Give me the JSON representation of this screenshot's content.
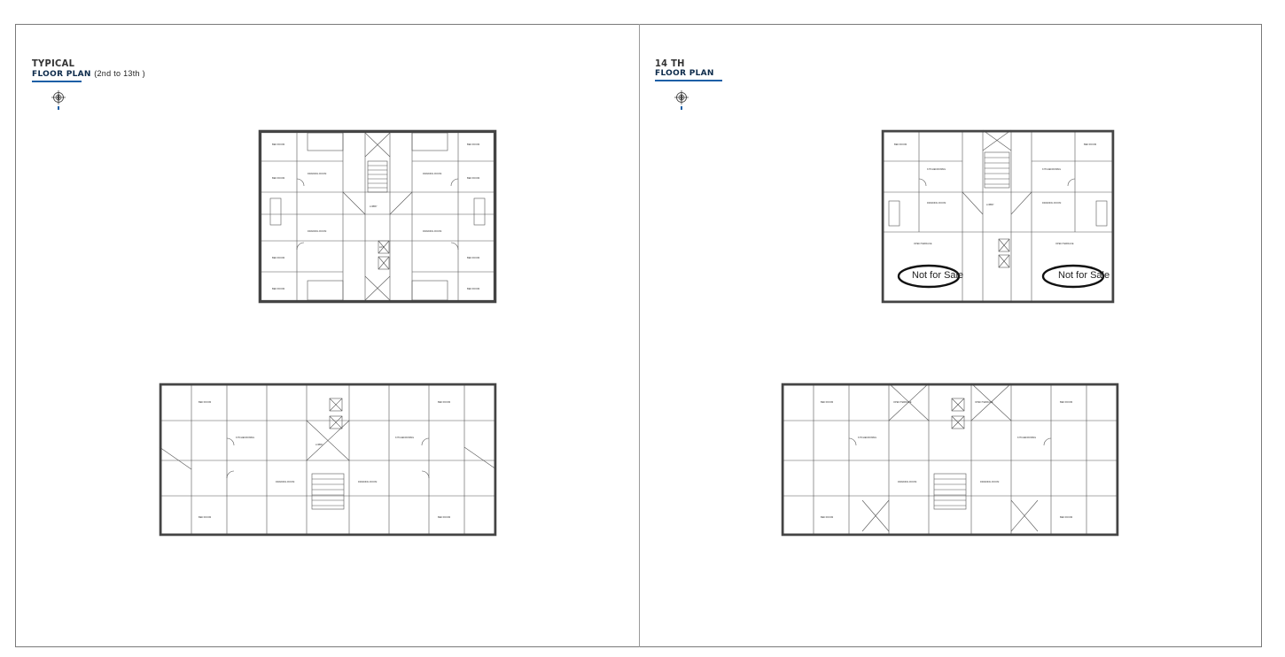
{
  "left_page": {
    "heading_top": "TYPICAL",
    "heading_sub": "FLOOR PLAN",
    "heading_paren": "(2nd to 13th )"
  },
  "right_page": {
    "heading_top": "14 TH",
    "heading_sub": "FLOOR PLAN",
    "stamp_left": "Not for Sale",
    "stamp_right": "Not for Sale"
  },
  "colors": {
    "accent_rule": "#1c5fa6",
    "heading_dark": "#0c2a4a",
    "frame": "#7a7a7a"
  },
  "icons": [
    "compass-icon"
  ]
}
